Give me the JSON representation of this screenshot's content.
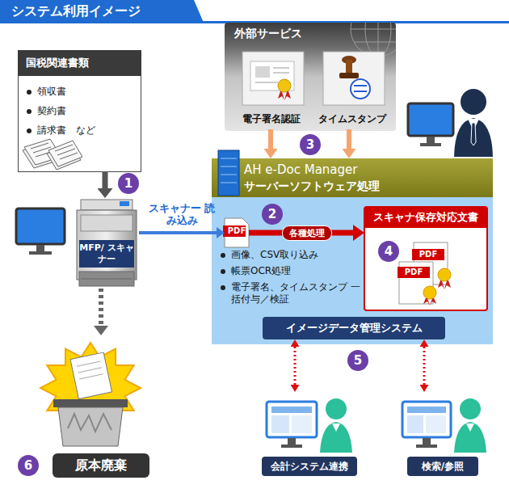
{
  "diagram": {
    "title": "システム利用イメージ",
    "nodes": [
      {
        "text": [
          "外部サービス"
        ]
      },
      {
        "text": [
          "電子署名認証"
        ],
        "in": 0
      },
      {
        "text": [
          "タイムスタンプ"
        ],
        "in": 0
      },
      {
        "text": [
          "国税関連書類",
          "領収書",
          "契約書",
          "請求書　など"
        ]
      },
      {
        "text": [
          "AH e-Doc Manager",
          "サーバーソフトウェア処理",
          "画像、CSV取り込み",
          "帳票OCR処理",
          "電子署名、タイムスタンプ 一括付与／検証"
        ]
      },
      {
        "text": [
          "PDF"
        ],
        "in": 4
      },
      {
        "text": [
          "スキャナ保存対応文書"
        ],
        "in": 4
      },
      {
        "text": [
          "イメージデータ管理システム"
        ],
        "in": 4
      },
      {
        "text": [
          "MFP/ スキャナー"
        ]
      },
      {
        "text": [
          "原本廃棄"
        ]
      },
      {
        "text": [
          "会計システム連携"
        ]
      },
      {
        "text": [
          "検索/参照"
        ]
      }
    ],
    "edges": [
      {
        "from": 1,
        "to": 4,
        "arrow": "to"
      },
      {
        "from": 2,
        "to": 4,
        "arrow": "to"
      },
      {
        "from": 3,
        "to": 8,
        "arrow": "to"
      },
      {
        "from": 8,
        "to": 5,
        "label": "スキャナー 読み込み",
        "arrow": "to"
      },
      {
        "from": 5,
        "to": 6,
        "label": "各種処理",
        "arrow": "to"
      },
      {
        "from": 8,
        "to": 9,
        "arrow": "to"
      },
      {
        "from": 7,
        "to": 10,
        "arrow": "both"
      },
      {
        "from": 7,
        "to": 11,
        "arrow": "both"
      }
    ],
    "labels": [
      "1",
      "2",
      "3",
      "4",
      "5",
      "6",
      "PDF",
      "PDF"
    ]
  }
}
